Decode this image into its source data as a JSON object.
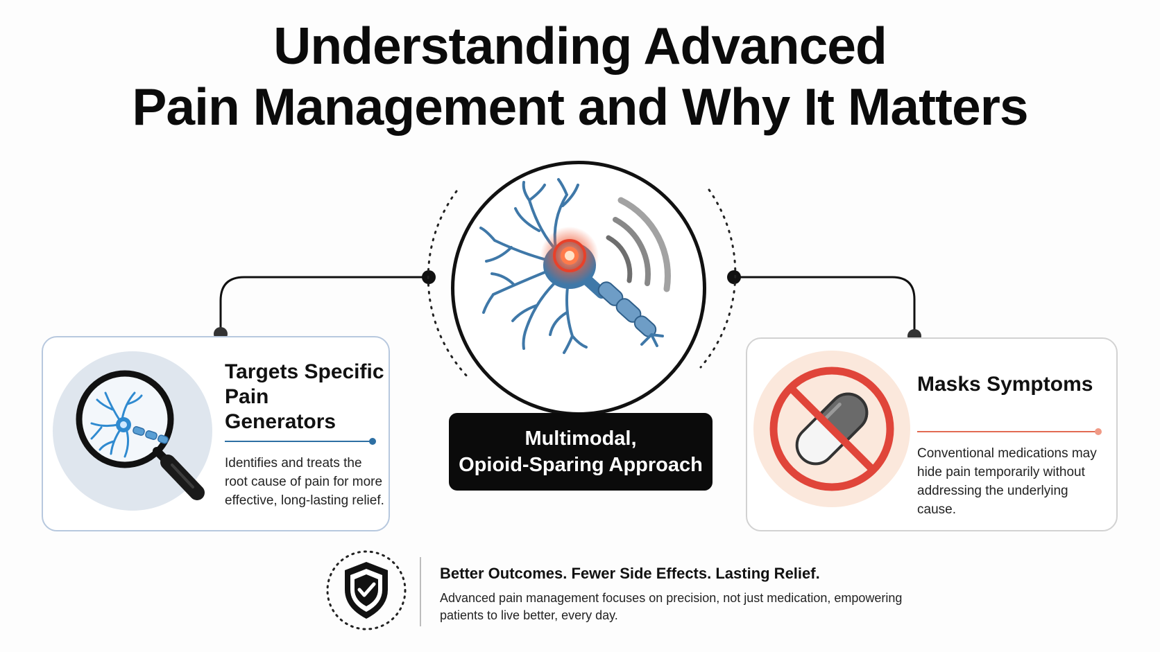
{
  "title": {
    "line1": "Understanding Advanced",
    "line2": "Pain Management and Why It Matters"
  },
  "center": {
    "icon": "neuron-pain-signal-icon",
    "label_line1": "Multimodal,",
    "label_line2": "Opioid-Sparing Approach"
  },
  "left_card": {
    "icon": "magnifying-glass-neuron-icon",
    "title": "Targets Specific Pain Generators",
    "body": "Identifies and treats the root cause of pain for more effective, long-lasting relief.",
    "accent": "#2d6fa3"
  },
  "right_card": {
    "icon": "prohibited-pill-icon",
    "title": "Masks Symptoms",
    "body": "Conventional medications may hide pain temporarily without addressing the underlying cause.",
    "accent": "#e26a52"
  },
  "footer": {
    "icon": "shield-check-icon",
    "headline": "Better Outcomes. Fewer Side Effects. Lasting Relief.",
    "body": "Advanced pain management focuses on precision, not just medication, empowering patients to live better, every day."
  },
  "colors": {
    "neuron_blue": "#3f78a8",
    "pain_red": "#e8412a",
    "prohibit_red": "#e0453a"
  }
}
